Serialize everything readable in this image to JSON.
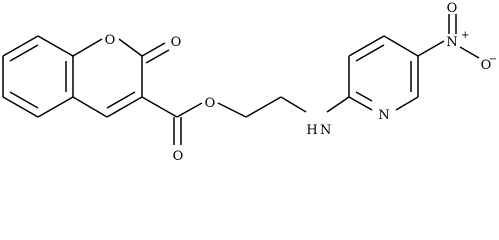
{
  "molecule": {
    "atoms": {
      "o_ring": "O",
      "o_carbonyl": "O",
      "o_ester": "O",
      "o_ester_carbonyl": "O",
      "nh": "H",
      "nh_n": "N",
      "n_pyridine": "N",
      "n_nitro": "N",
      "n_nitro_charge": "+",
      "o_nitro_top": "O",
      "o_nitro_right": "O",
      "o_nitro_charge": "−"
    }
  }
}
